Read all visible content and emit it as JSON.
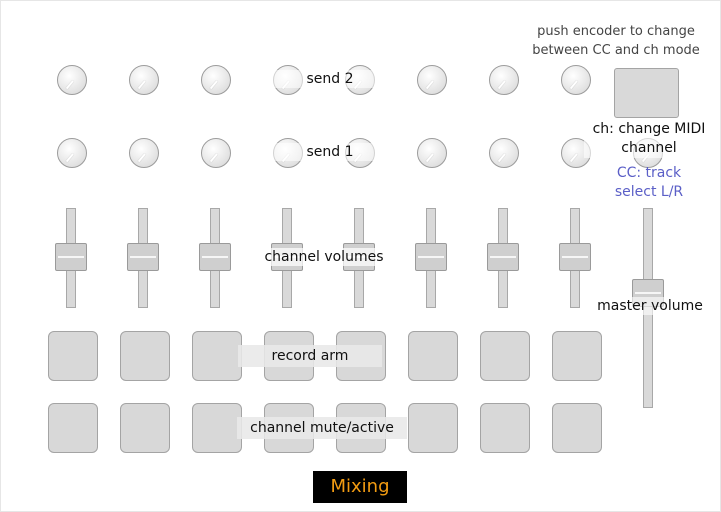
{
  "notes": {
    "encoder_hint": "push encoder to change\nbetween CC and ch mode",
    "channel_mode": "ch: change MIDI\nchannel",
    "cc_mode": "CC: track\nselect L/R"
  },
  "labels": {
    "send2": "send 2",
    "send1": "send 1",
    "channel_volumes": "channel volumes",
    "master_volume": "master volume",
    "record_arm": "record arm",
    "channel_mute": "channel mute/active"
  },
  "mode_badge": "Mixing",
  "colors": {
    "accent": "#5b5fc7",
    "badge_text": "#f39c12",
    "badge_bg": "#000000",
    "control_fill": "#d8d8d8"
  },
  "controls": {
    "channels": 8,
    "knob_rows": [
      "send 2",
      "send 1"
    ],
    "pad_rows": [
      "record arm",
      "channel mute/active"
    ]
  }
}
